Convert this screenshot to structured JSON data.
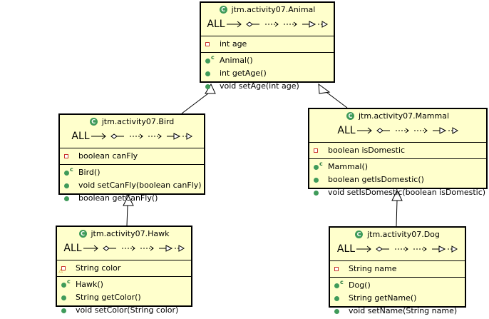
{
  "filter_label": "ALL",
  "classes": {
    "animal": {
      "name": "jtm.activity07.Animal",
      "fields": [
        "int age"
      ],
      "constructors": [
        "Animal()"
      ],
      "methods": [
        "int getAge()",
        "void setAge(int age)"
      ]
    },
    "bird": {
      "name": "jtm.activity07.Bird",
      "fields": [
        "boolean canFly"
      ],
      "constructors": [
        "Bird()"
      ],
      "methods": [
        "void setCanFly(boolean canFly)",
        "boolean getCanFly()"
      ]
    },
    "mammal": {
      "name": "jtm.activity07.Mammal",
      "fields": [
        "boolean isDomestic"
      ],
      "constructors": [
        "Mammal()"
      ],
      "methods": [
        "boolean getIsDomestic()",
        "void setIsDomestic(boolean isDomestic)"
      ]
    },
    "hawk": {
      "name": "jtm.activity07.Hawk",
      "fields": [
        "String color"
      ],
      "constructors": [
        "Hawk()"
      ],
      "methods": [
        "String getColor()",
        "void setColor(String color)"
      ]
    },
    "dog": {
      "name": "jtm.activity07.Dog",
      "fields": [
        "String name"
      ],
      "constructors": [
        "Dog()"
      ],
      "methods": [
        "String getName()",
        "void setName(String name)"
      ]
    }
  },
  "relations": [
    {
      "from": "bird",
      "to": "animal",
      "type": "generalization"
    },
    {
      "from": "mammal",
      "to": "animal",
      "type": "generalization"
    },
    {
      "from": "hawk",
      "to": "bird",
      "type": "generalization"
    },
    {
      "from": "dog",
      "to": "mammal",
      "type": "generalization"
    }
  ],
  "colors": {
    "class_fill": "#ffffcc",
    "public_icon": "#3f9b5a",
    "private_icon": "#c8332d",
    "border": "#000000"
  },
  "icons": {
    "class": "class-c-icon",
    "public": "public-dot-icon",
    "private": "private-square-icon",
    "constructor_marker": "c"
  }
}
